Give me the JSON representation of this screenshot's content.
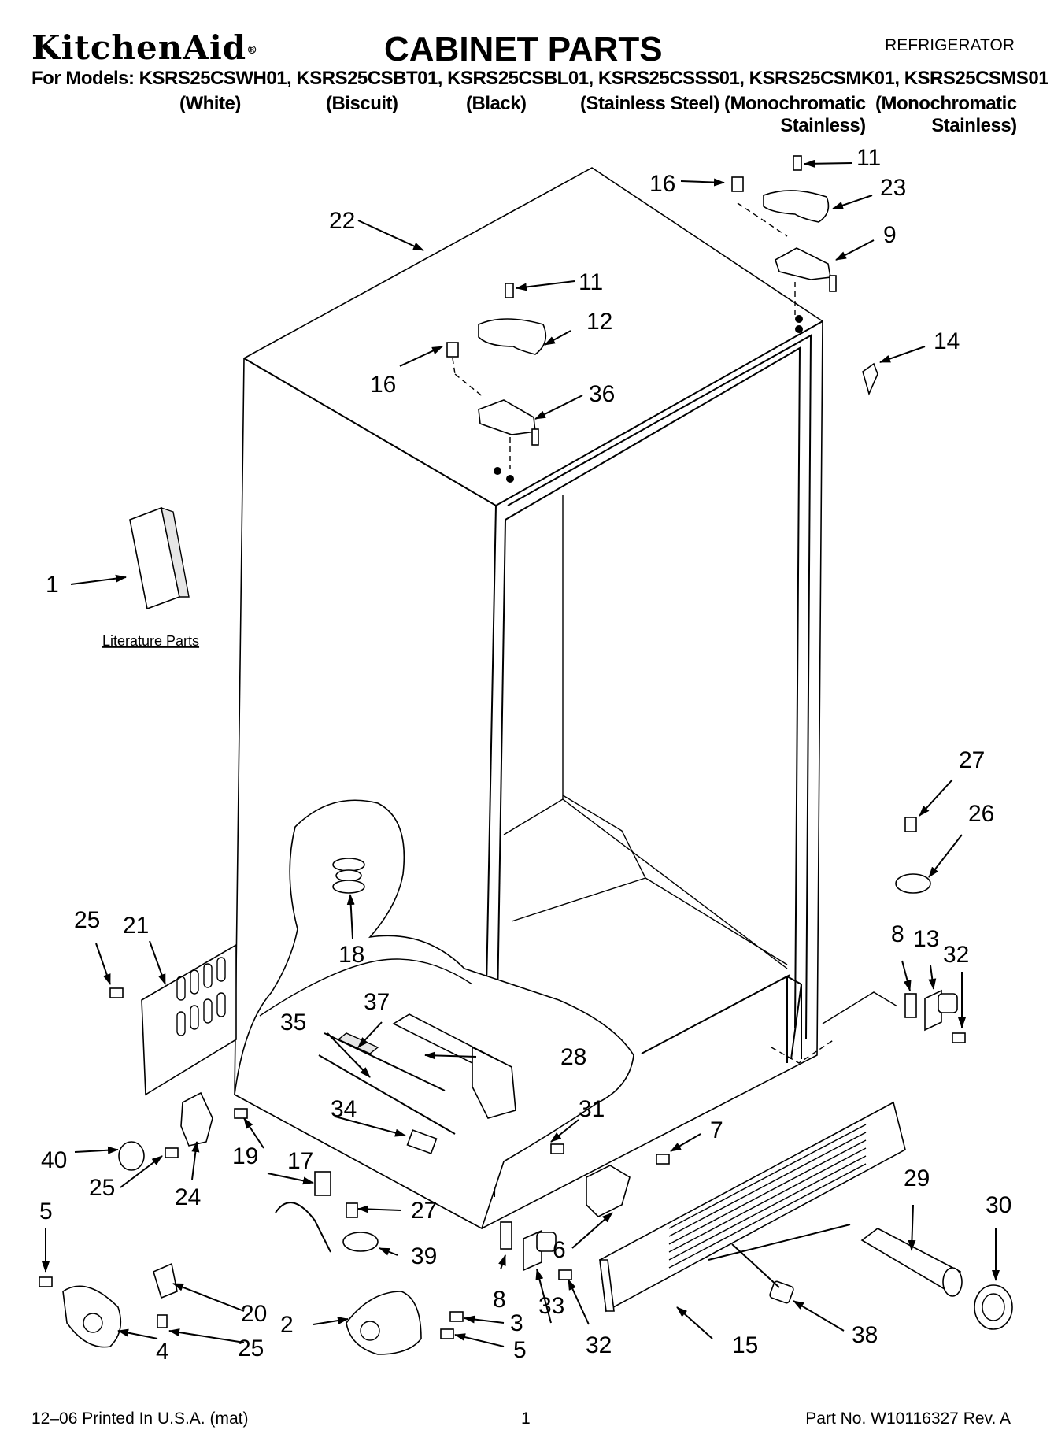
{
  "header": {
    "brand": "KitchenAid",
    "brand_mark": "®",
    "title": "CABINET PARTS",
    "category": "REFRIGERATOR",
    "models_line": "For Models: KSRS25CSWH01, KSRS25CSBT01, KSRS25CSBL01, KSRS25CSSS01, KSRS25CSMK01, KSRS25CSMS01",
    "variants": [
      "(White)",
      "(Biscuit)",
      "(Black)",
      "(Stainless Steel)",
      "(Monochromatic\nStainless)",
      "(Monochromatic\nStainless)"
    ]
  },
  "diagram": {
    "literature_label": "Literature Parts",
    "callouts": {
      "c1": "1",
      "c2": "2",
      "c3": "3",
      "c4": "4",
      "c5a": "5",
      "c5b": "5",
      "c6": "6",
      "c7": "7",
      "c8a": "8",
      "c8b": "8",
      "c9": "9",
      "c11a": "11",
      "c11b": "11",
      "c12": "12",
      "c13": "13",
      "c14": "14",
      "c15": "15",
      "c16a": "16",
      "c16b": "16",
      "c17": "17",
      "c18": "18",
      "c19": "19",
      "c20": "20",
      "c21": "21",
      "c22": "22",
      "c23": "23",
      "c24": "24",
      "c25a": "25",
      "c25b": "25",
      "c25c": "25",
      "c26": "26",
      "c27a": "27",
      "c27b": "27",
      "c28": "28",
      "c29": "29",
      "c30": "30",
      "c31": "31",
      "c32a": "32",
      "c32b": "32",
      "c33": "33",
      "c34": "34",
      "c35": "35",
      "c36": "36",
      "c37": "37",
      "c38": "38",
      "c39": "39",
      "c40": "40"
    }
  },
  "footer": {
    "print_info": "12–06 Printed In U.S.A. (mat)",
    "page_number": "1",
    "part_number": "Part No. W10116327 Rev. A"
  }
}
